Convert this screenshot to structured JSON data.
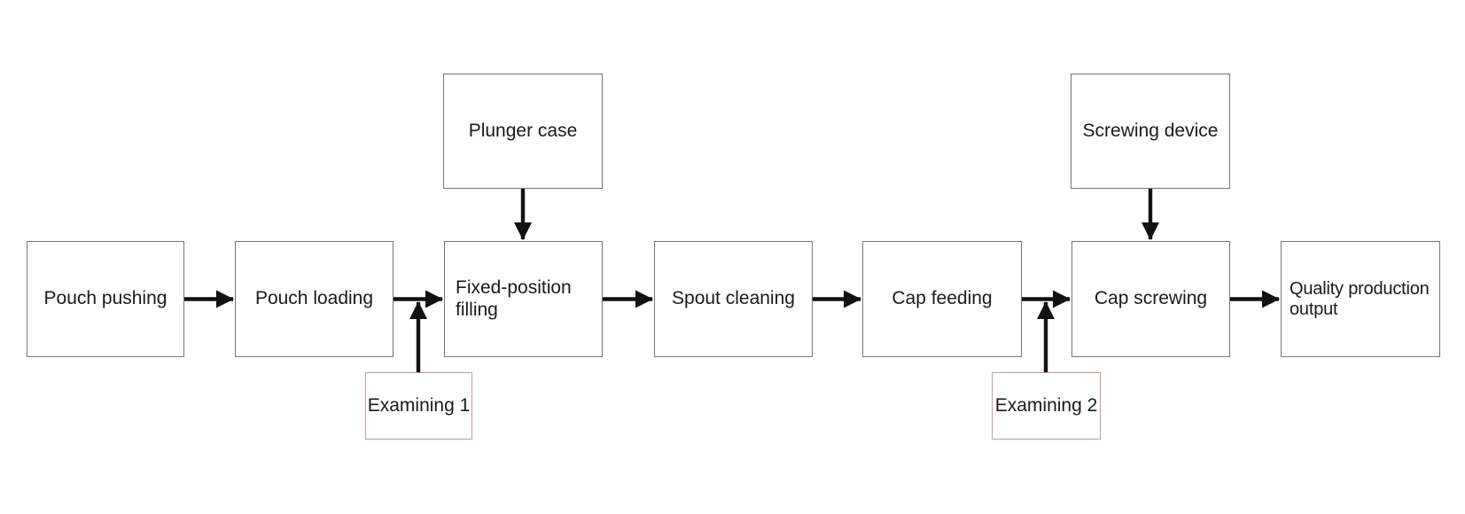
{
  "diagram": {
    "type": "flowchart",
    "background": "#ffffff",
    "colors": {
      "node_border": "#757575",
      "examining_border": "#c89896",
      "arrow": "#111111",
      "text": "#1a1a1a"
    },
    "nodes": {
      "pouch_pushing": {
        "label": "Pouch pushing"
      },
      "pouch_loading": {
        "label": "Pouch loading"
      },
      "fixed_position_filling": {
        "label": "Fixed-position\nfilling"
      },
      "spout_cleaning": {
        "label": "Spout cleaning"
      },
      "cap_feeding": {
        "label": "Cap feeding"
      },
      "cap_screwing": {
        "label": "Cap screwing"
      },
      "quality_production_output": {
        "label": "Quality production\noutput"
      },
      "plunger_case": {
        "label": "Plunger case"
      },
      "screwing_device": {
        "label": "Screwing device"
      },
      "examining_1": {
        "label": "Examining 1"
      },
      "examining_2": {
        "label": "Examining 2"
      }
    },
    "edges": [
      {
        "from": "Pouch pushing",
        "to": "Pouch loading"
      },
      {
        "from": "Pouch loading",
        "to": "Fixed-position filling"
      },
      {
        "from": "Fixed-position filling",
        "to": "Spout cleaning"
      },
      {
        "from": "Spout cleaning",
        "to": "Cap feeding"
      },
      {
        "from": "Cap feeding",
        "to": "Cap screwing"
      },
      {
        "from": "Cap screwing",
        "to": "Quality production output"
      },
      {
        "from": "Plunger case",
        "to": "Fixed-position filling"
      },
      {
        "from": "Screwing device",
        "to": "Cap screwing"
      },
      {
        "from": "Examining 1",
        "to": "flow line between Pouch loading and Fixed-position filling"
      },
      {
        "from": "Examining 2",
        "to": "flow line between Cap feeding and Cap screwing"
      }
    ]
  }
}
